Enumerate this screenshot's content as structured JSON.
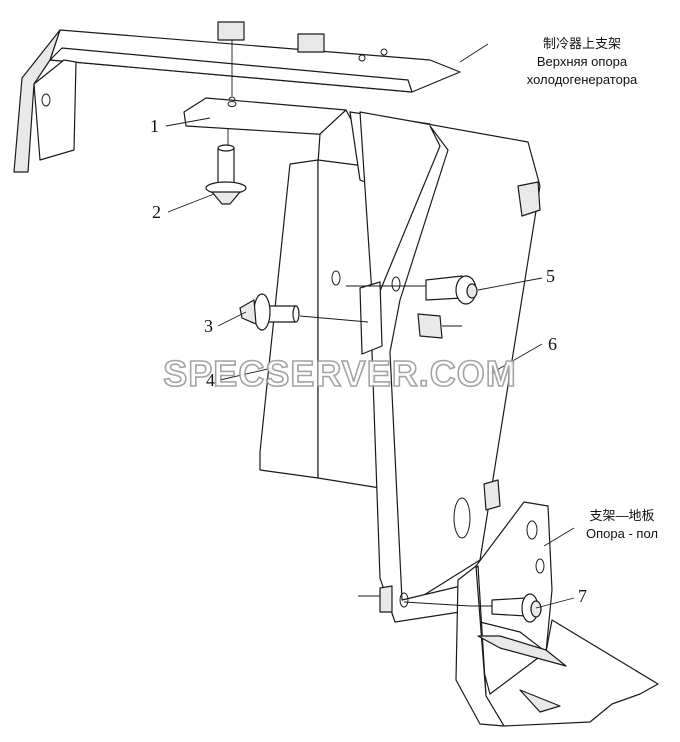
{
  "labels": {
    "top_support_cn": "制冷器上支架",
    "top_support_ru_1": "Верхняя опора",
    "top_support_ru_2": "холодогенератора",
    "floor_support_cn": "支架—地板",
    "floor_support_ru": "Опора - пол"
  },
  "callouts": [
    "1",
    "2",
    "3",
    "4",
    "5",
    "6",
    "7"
  ],
  "watermark": "SPECSERVER.COM"
}
